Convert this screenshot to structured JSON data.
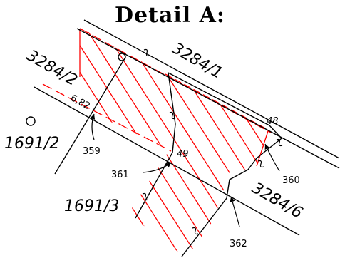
{
  "title": "Detail A:",
  "parcels": {
    "p3284_2": "3284/2",
    "p3284_1": "3284/1",
    "p1691_2": "1691/2",
    "p1691_3": "1691/3",
    "p3284_6": "3284/6"
  },
  "measurements": {
    "distance": "6,82"
  },
  "points": {
    "pt48": "48",
    "pt49": "49"
  },
  "callouts": {
    "c359": "359",
    "c360": "360",
    "c361": "361",
    "c362": "362"
  },
  "colors": {
    "ink": "#000000",
    "hatch": "#ff0000"
  }
}
